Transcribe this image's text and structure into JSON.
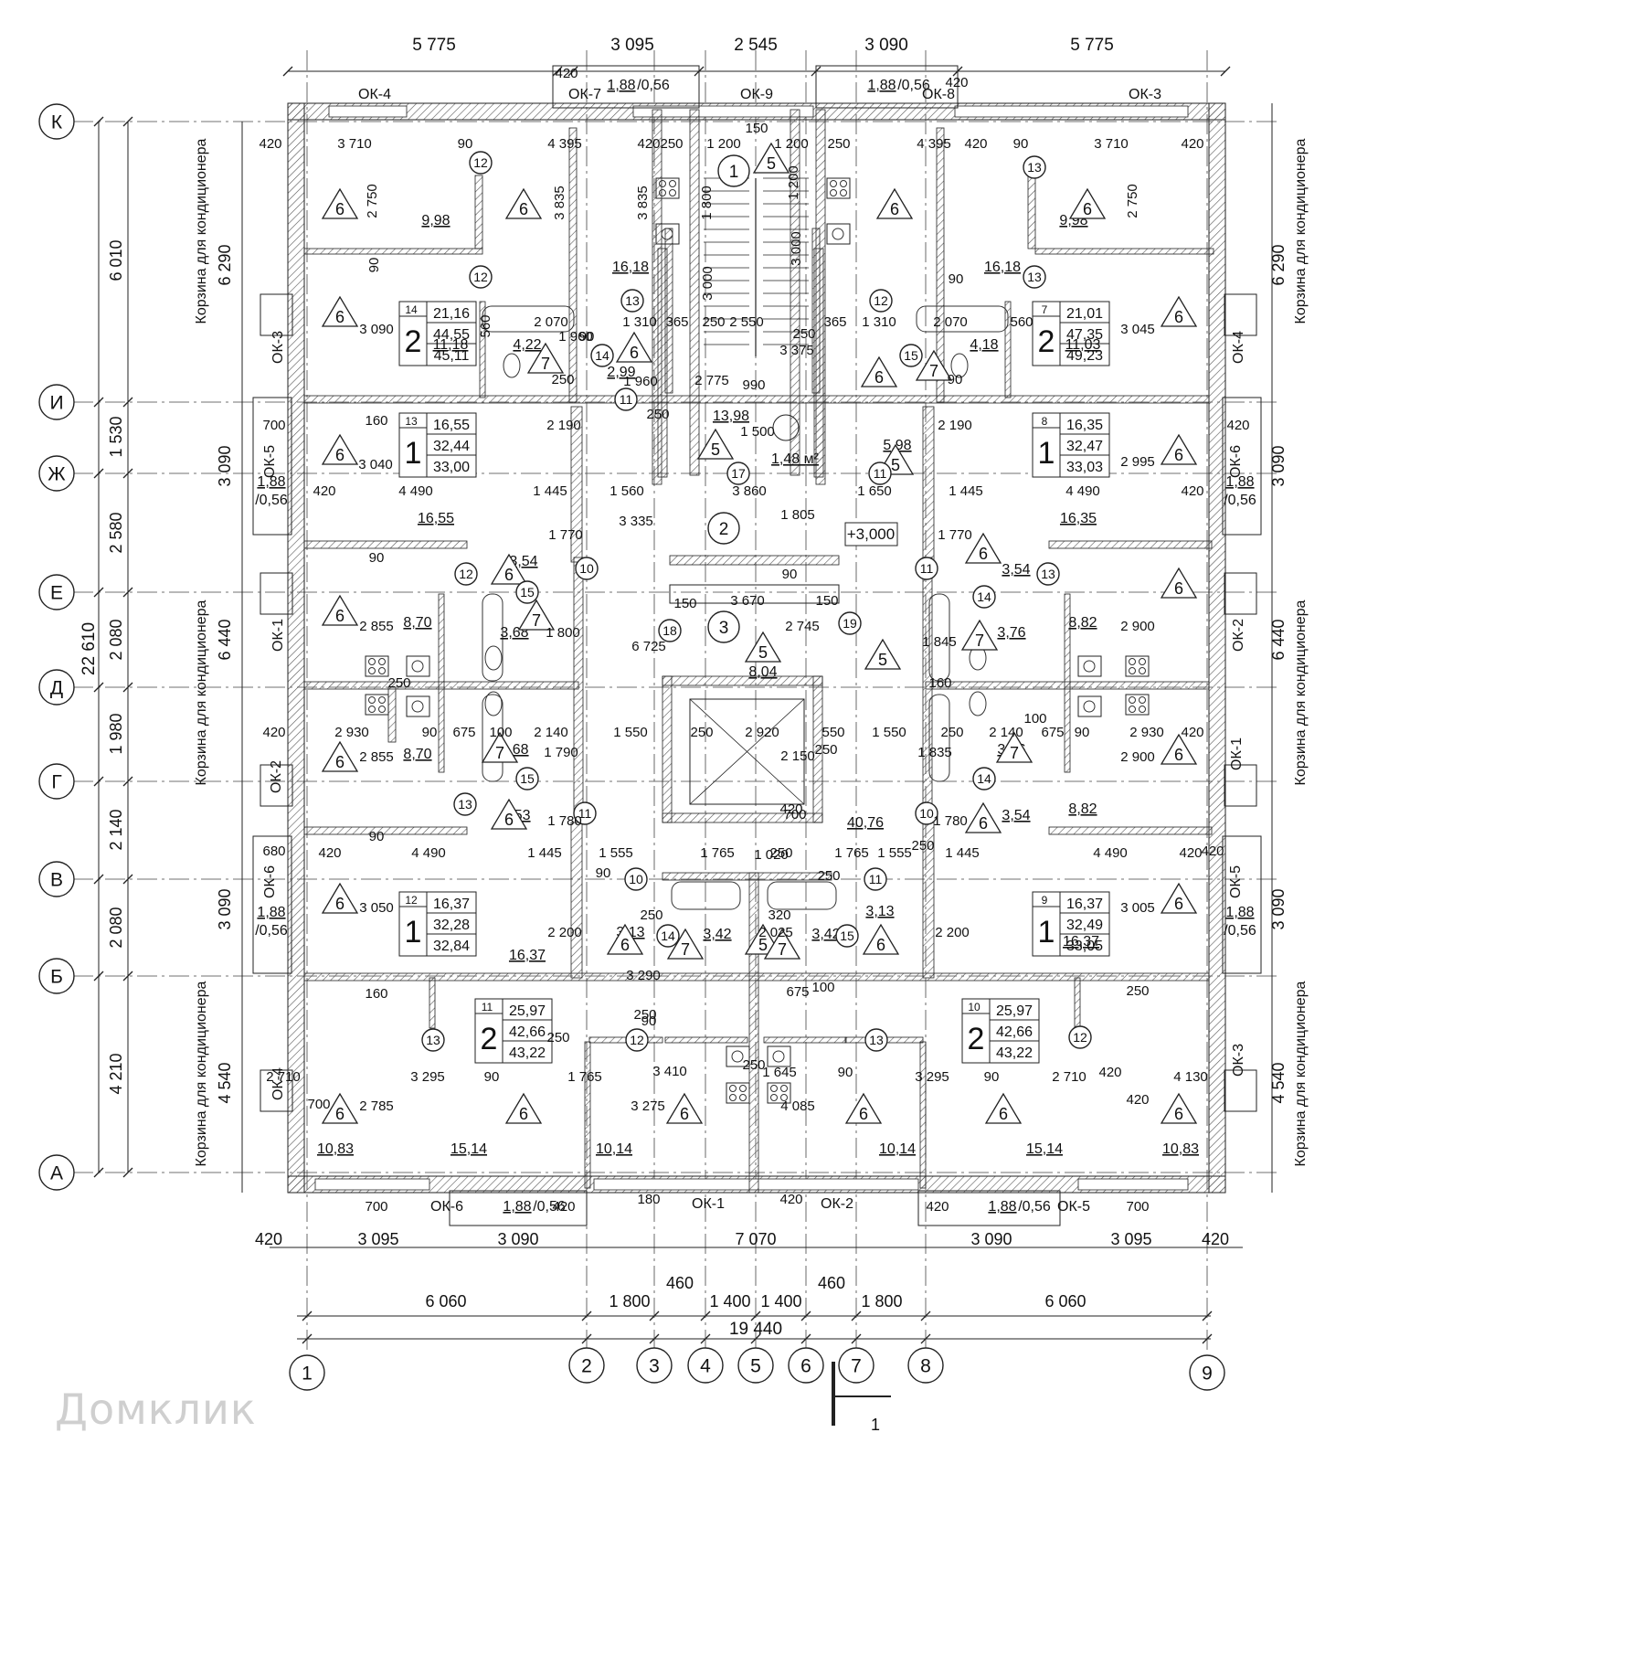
{
  "axes_letters": [
    "К",
    "И",
    "Ж",
    "Е",
    "Д",
    "Г",
    "В",
    "Б",
    "А"
  ],
  "axes_numbers": [
    "1",
    "2",
    "3",
    "4",
    "5",
    "6",
    "7",
    "8",
    "9"
  ],
  "dims_top": [
    "5 775",
    "3 095",
    "2 545",
    "3 090",
    "5 775"
  ],
  "dims_bottom_row1": [
    "420",
    "3 095",
    "3 090",
    "7 070",
    "3 090",
    "3 095",
    "420"
  ],
  "dims_bottom_row2": [
    "6 060",
    "1 800",
    "460",
    "1 400",
    "1 400",
    "460",
    "1 800",
    "6 060"
  ],
  "dim_total_width": "19 440",
  "dims_left_outer": [
    "6 010",
    "1 530",
    "2 580",
    "2 080",
    "1 980",
    "2 140",
    "2 080",
    "4 210"
  ],
  "dim_total_height": "22 610",
  "dims_left_inner": [
    "6 290",
    "3 090",
    "6 440",
    "3 090",
    "4 540"
  ],
  "dims_right": [
    "6 290",
    "3 090",
    "6 440",
    "3 090",
    "4 540"
  ],
  "ac_basket": "Корзина для кондиционера",
  "windows": {
    "top": [
      "ОК-4",
      "ОК-7",
      "ОК-9",
      "ОК-8",
      "ОК-3"
    ],
    "left": [
      "ОК-3",
      "ОК-5",
      "ОК-1",
      "ОК-2",
      "ОК-6",
      "ОК-4"
    ],
    "right": [
      "ОК-4",
      "ОК-6",
      "ОК-2",
      "ОК-1",
      "ОК-5",
      "ОК-3"
    ],
    "bottom": [
      "ОК-6",
      "ОК-1",
      "ОК-2",
      "ОК-5"
    ]
  },
  "balcony_area": "1,88",
  "balcony_coef": "/0,56",
  "apartments": [
    {
      "no": "14",
      "rooms": "2",
      "a": "21,16",
      "b": "44,55",
      "c": "45,11"
    },
    {
      "no": "7",
      "rooms": "2",
      "a": "21,01",
      "b": "47,35",
      "c": "49,23"
    },
    {
      "no": "13",
      "rooms": "1",
      "a": "16,55",
      "b": "32,44",
      "c": "33,00"
    },
    {
      "no": "8",
      "rooms": "1",
      "a": "16,35",
      "b": "32,47",
      "c": "33,03"
    },
    {
      "no": "12",
      "rooms": "1",
      "a": "16,37",
      "b": "32,28",
      "c": "32,84"
    },
    {
      "no": "9",
      "rooms": "1",
      "a": "16,37",
      "b": "32,49",
      "c": "33,05"
    },
    {
      "no": "11",
      "rooms": "2",
      "a": "25,97",
      "b": "42,66",
      "c": "43,22"
    },
    {
      "no": "10",
      "rooms": "2",
      "a": "25,97",
      "b": "42,66",
      "c": "43,22"
    }
  ],
  "room_areas": [
    "9,98",
    "11,18",
    "16,18",
    "4,22",
    "2,99",
    "16,18",
    "9,98",
    "11,03",
    "4,18",
    "13,98",
    "1,48 м²",
    "5,98",
    "16,55",
    "16,35",
    "3,54",
    "3,54",
    "8,70",
    "3,68",
    "8,04",
    "3,76",
    "8,82",
    "8,70",
    "3,68",
    "3,76",
    "8,82",
    "3,53",
    "40,76",
    "3,54",
    "16,37",
    "3,13",
    "3,42",
    "3,42",
    "3,13",
    "16,37",
    "10,83",
    "15,14",
    "10,14",
    "10,14",
    "15,14",
    "10,83"
  ],
  "room_types": [
    "6",
    "6",
    "6",
    "6",
    "6",
    "7",
    "6",
    "6",
    "6",
    "6",
    "7",
    "5",
    "5",
    "6",
    "6",
    "6",
    "6",
    "6",
    "6",
    "7",
    "7",
    "5",
    "5",
    "6",
    "6",
    "6",
    "6",
    "7",
    "7",
    "6",
    "6",
    "6",
    "6",
    "6",
    "7",
    "7",
    "6",
    "6",
    "6",
    "6",
    "6",
    "6",
    "6",
    "6",
    "6",
    "6",
    "6",
    "6",
    "6"
  ],
  "door_marks": [
    "12",
    "12",
    "13",
    "13",
    "13",
    "12",
    "14",
    "15",
    "11",
    "17",
    "11",
    "12",
    "10",
    "11",
    "15",
    "14",
    "18",
    "19",
    "13",
    "12",
    "15",
    "14",
    "11",
    "10",
    "10",
    "11",
    "14",
    "15",
    "12",
    "13",
    "13",
    "12"
  ],
  "spaces": [
    "1",
    "2",
    "3"
  ],
  "level_mark": "+3,000",
  "section_mark": "1",
  "interior_dims": [
    "420",
    "3 710",
    "90",
    "4 395",
    "420",
    "250",
    "1 200",
    "150",
    "1 200",
    "250",
    "4 395",
    "420",
    "90",
    "3 710",
    "420",
    "2 750",
    "3 835",
    "1 800",
    "3 835",
    "1 200",
    "2 750",
    "90",
    "3 000",
    "3 000",
    "3 090",
    "90",
    "560",
    "2 070",
    "1 310",
    "365",
    "250",
    "2 550",
    "365",
    "1 310",
    "2 070",
    "560",
    "3 045",
    "1 960",
    "1 960",
    "90",
    "2 775",
    "3 375",
    "990",
    "250",
    "250",
    "160",
    "2 190",
    "1 500",
    "2 190",
    "420",
    "3 040",
    "4 490",
    "1 445",
    "1 560",
    "3 860",
    "1 650",
    "1 445",
    "4 490",
    "2 995",
    "420",
    "90",
    "3 335",
    "1 805",
    "1 770",
    "1 770",
    "90",
    "150",
    "3 670",
    "150",
    "2 855",
    "6 725",
    "2 745",
    "2 900",
    "1 800",
    "1 845",
    "250",
    "160",
    "420",
    "2 930",
    "90",
    "675",
    "100",
    "2 140",
    "1 550",
    "250",
    "2 920",
    "550",
    "1 550",
    "250",
    "2 140",
    "675",
    "90",
    "2 930",
    "420",
    "1 790",
    "1 835",
    "100",
    "2 855",
    "2 150",
    "250",
    "2 900",
    "1 780",
    "1 780",
    "90",
    "420",
    "4 490",
    "1 445",
    "1 555",
    "1 765",
    "250",
    "1 765",
    "1 555",
    "1 445",
    "4 490",
    "420",
    "3 050",
    "2 200",
    "2 025",
    "2 200",
    "3 005",
    "3 290",
    "675",
    "100",
    "160",
    "250",
    "90",
    "3 410",
    "2 710",
    "3 295",
    "90",
    "1 765",
    "1 645",
    "90",
    "3 295",
    "90",
    "2 710",
    "420",
    "4 130",
    "2 785",
    "3 275",
    "4 085",
    "420",
    "700",
    "700",
    "420",
    "700",
    "700",
    "420",
    "680",
    "420",
    "420",
    "420",
    "180",
    "420",
    "420",
    "700",
    "420",
    "1 020",
    "320",
    "250",
    "250",
    "90",
    "250",
    "250",
    "250",
    "250",
    "90",
    "250",
    "90",
    "90"
  ],
  "watermark": "Домклик"
}
